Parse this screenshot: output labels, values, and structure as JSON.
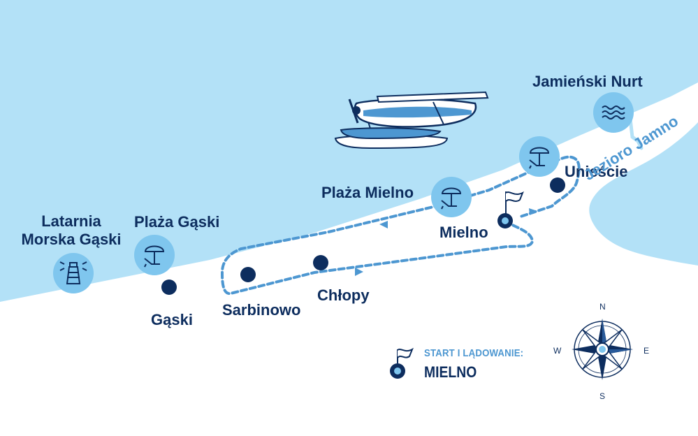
{
  "labels": {
    "latarnia": "Latarnia\nMorska Gąski",
    "plaza_gaski": "Plaża Gąski",
    "gaski": "Gąski",
    "sarbinowo": "Sarbinowo",
    "chlopy": "Chłopy",
    "plaza_mielno": "Plaża Mielno",
    "mielno": "Mielno",
    "uniescie": "Unieście",
    "jamienski_nurt": "Jamieński Nurt",
    "jezioro_jamno": "Jezioro Jamno"
  },
  "legend": {
    "title": "START I LĄDOWANIE:",
    "value": "MIELNO"
  },
  "compass": {
    "n": "N",
    "e": "E",
    "s": "S",
    "w": "W"
  },
  "icons": {
    "lighthouse": "lighthouse-icon",
    "beach": "beach-umbrella-icon",
    "waves": "waves-icon",
    "flag": "flag-icon",
    "plane": "seaplane-icon",
    "compass": "compass-rose-icon"
  },
  "colors": {
    "sea": "#b3e1f7",
    "land": "#ffffff",
    "route": "#4d97d1",
    "town_dot": "#0d2d5e",
    "poi_circle": "#7fc6ee",
    "label_text": "#0d2d5e",
    "lake_text": "#4d97d1"
  }
}
